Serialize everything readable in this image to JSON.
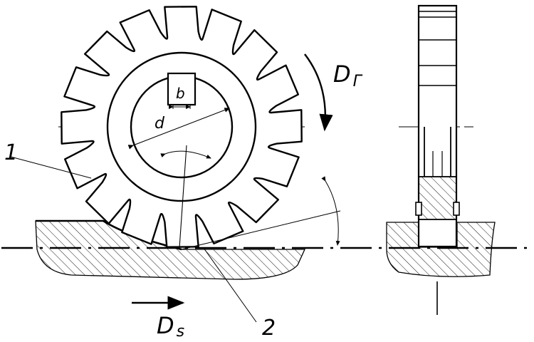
{
  "labels": {
    "part_1": "1",
    "part_2": "2",
    "key_width": "b",
    "bore_diameter": "d",
    "rotation_prefix": "D",
    "rotation_sub": "Г",
    "feed_prefix": "D",
    "feed_sub": "s"
  },
  "cutter": {
    "tooth_count": 16
  },
  "colors": {
    "ink": "#000000",
    "paper": "#ffffff"
  }
}
